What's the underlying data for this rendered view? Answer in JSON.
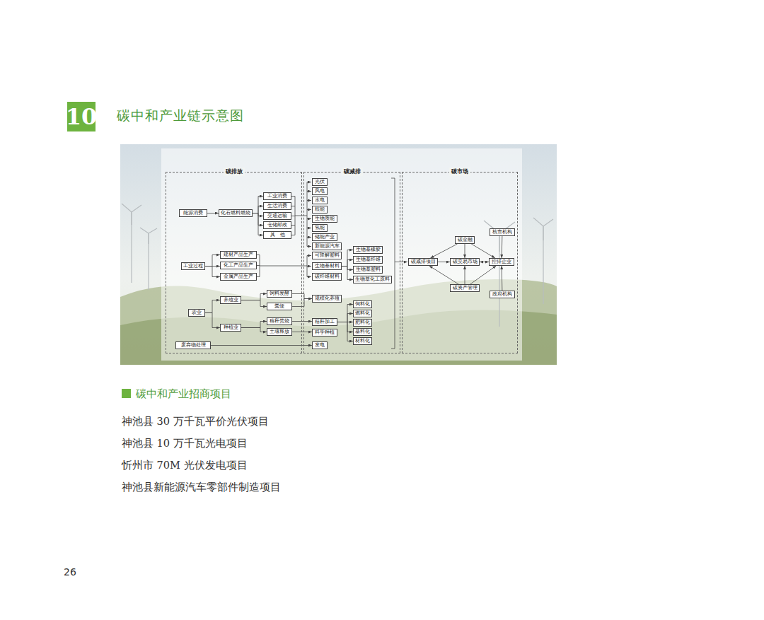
{
  "diagram": {
    "title": "碳中和产业链示意图",
    "nodes": [
      {
        "text": [
          "10"
        ]
      },
      {
        "text": [
          "碳排放"
        ]
      },
      {
        "text": [
          "能源消费"
        ],
        "in": 1
      },
      {
        "text": [
          "化石燃料燃烧"
        ],
        "in": 1
      },
      {
        "text": [
          "工业消费"
        ],
        "in": 1
      },
      {
        "text": [
          "生活消费"
        ],
        "in": 1
      },
      {
        "text": [
          "交通运输"
        ],
        "in": 1
      },
      {
        "text": [
          "仓储邮政"
        ],
        "in": 1
      },
      {
        "text": [
          "其　他"
        ],
        "in": 1
      },
      {
        "text": [
          "工业过程"
        ],
        "in": 1
      },
      {
        "text": [
          "建材产品生产"
        ],
        "in": 1
      },
      {
        "text": [
          "化工产品生产"
        ],
        "in": 1
      },
      {
        "text": [
          "金属产品生产"
        ],
        "in": 1
      },
      {
        "text": [
          "农业"
        ],
        "in": 1
      },
      {
        "text": [
          "养殖业"
        ],
        "in": 1
      },
      {
        "text": [
          "种植业"
        ],
        "in": 1
      },
      {
        "text": [
          "饲料发酵"
        ],
        "in": 1
      },
      {
        "text": [
          "粪便"
        ],
        "in": 1
      },
      {
        "text": [
          "秸秆焚烧"
        ],
        "in": 1
      },
      {
        "text": [
          "土壤释放"
        ],
        "in": 1
      },
      {
        "text": [
          "废弃物处理"
        ],
        "in": 1
      },
      {
        "text": [
          "碳减排"
        ]
      },
      {
        "text": [
          "光伏"
        ],
        "in": 21
      },
      {
        "text": [
          "风电"
        ],
        "in": 21
      },
      {
        "text": [
          "水电"
        ],
        "in": 21
      },
      {
        "text": [
          "核能"
        ],
        "in": 21
      },
      {
        "text": [
          "生物质能"
        ],
        "in": 21
      },
      {
        "text": [
          "氢能"
        ],
        "in": 21
      },
      {
        "text": [
          "储能产业"
        ],
        "in": 21
      },
      {
        "text": [
          "新能源汽车"
        ],
        "in": 21
      },
      {
        "text": [
          "可降解塑料"
        ],
        "in": 21
      },
      {
        "text": [
          "生物基材料"
        ],
        "in": 21
      },
      {
        "text": [
          "碳纤维材料"
        ],
        "in": 21
      },
      {
        "text": [
          "生物基橡胶"
        ],
        "in": 21
      },
      {
        "text": [
          "生物基纤维"
        ],
        "in": 21
      },
      {
        "text": [
          "生物基塑料"
        ],
        "in": 21
      },
      {
        "text": [
          "生物基化工原料"
        ],
        "in": 21
      },
      {
        "text": [
          "规模化养殖"
        ],
        "in": 21
      },
      {
        "text": [
          "秸秆加工"
        ],
        "in": 21
      },
      {
        "text": [
          "科学种植"
        ],
        "in": 21
      },
      {
        "text": [
          "饲料化"
        ],
        "in": 21
      },
      {
        "text": [
          "燃料化"
        ],
        "in": 21
      },
      {
        "text": [
          "肥料化"
        ],
        "in": 21
      },
      {
        "text": [
          "基料化"
        ],
        "in": 21
      },
      {
        "text": [
          "材料化"
        ],
        "in": 21
      },
      {
        "text": [
          "发电"
        ],
        "in": 21
      },
      {
        "text": [
          "碳市场"
        ]
      },
      {
        "text": [
          "碳减排项目"
        ],
        "in": 46
      },
      {
        "text": [
          "碳金融"
        ],
        "in": 46
      },
      {
        "text": [
          "碳交易市场"
        ],
        "in": 46
      },
      {
        "text": [
          "碳资产管理"
        ],
        "in": 46
      },
      {
        "text": [
          "核查机构"
        ],
        "in": 46
      },
      {
        "text": [
          "控排企业"
        ],
        "in": 46
      },
      {
        "text": [
          "政府机构"
        ],
        "in": 46
      }
    ],
    "edges": [
      {
        "from": 2,
        "to": 3,
        "arrow": "to"
      },
      {
        "from": 3,
        "to": 4,
        "arrow": "to"
      },
      {
        "from": 3,
        "to": 5,
        "arrow": "to"
      },
      {
        "from": 3,
        "to": 6,
        "arrow": "to"
      },
      {
        "from": 3,
        "to": 7,
        "arrow": "to"
      },
      {
        "from": 3,
        "to": 8,
        "arrow": "to"
      },
      {
        "from": 9,
        "to": 10,
        "arrow": "to"
      },
      {
        "from": 9,
        "to": 11,
        "arrow": "to"
      },
      {
        "from": 9,
        "to": 12,
        "arrow": "to"
      },
      {
        "from": 13,
        "to": 14,
        "arrow": "to"
      },
      {
        "from": 13,
        "to": 15,
        "arrow": "to"
      },
      {
        "from": 14,
        "to": 16,
        "arrow": "to"
      },
      {
        "from": 14,
        "to": 17,
        "arrow": "to"
      },
      {
        "from": 15,
        "to": 18,
        "arrow": "to"
      },
      {
        "from": 15,
        "to": 19,
        "arrow": "to"
      },
      {
        "from": 16,
        "to": 37,
        "arrow": "to"
      },
      {
        "from": 17,
        "to": 37,
        "arrow": "to"
      },
      {
        "from": 18,
        "to": 38,
        "arrow": "to"
      },
      {
        "from": 19,
        "to": 39,
        "arrow": "to"
      },
      {
        "from": 20,
        "to": 45,
        "arrow": "to"
      },
      {
        "from": 31,
        "to": 33,
        "arrow": "to"
      },
      {
        "from": 31,
        "to": 34,
        "arrow": "to"
      },
      {
        "from": 31,
        "to": 35,
        "arrow": "to"
      },
      {
        "from": 31,
        "to": 36,
        "arrow": "to"
      },
      {
        "from": 38,
        "to": 40,
        "arrow": "to"
      },
      {
        "from": 38,
        "to": 41,
        "arrow": "to"
      },
      {
        "from": 38,
        "to": 42,
        "arrow": "to"
      },
      {
        "from": 38,
        "to": 43,
        "arrow": "to"
      },
      {
        "from": 38,
        "to": 44,
        "arrow": "to"
      },
      {
        "from": 47,
        "to": 49,
        "arrow": "to"
      },
      {
        "from": 48,
        "to": 47,
        "arrow": "to"
      },
      {
        "from": 48,
        "to": 49,
        "arrow": "to"
      },
      {
        "from": 48,
        "to": 52,
        "arrow": "to"
      },
      {
        "from": 50,
        "to": 47,
        "arrow": "to"
      },
      {
        "from": 50,
        "to": 49,
        "arrow": "to"
      },
      {
        "from": 50,
        "to": 52,
        "arrow": "to"
      },
      {
        "from": 49,
        "to": 52,
        "arrow": "both"
      },
      {
        "from": 51,
        "to": 52,
        "arrow": "to"
      },
      {
        "from": 53,
        "to": 52,
        "arrow": "to"
      }
    ],
    "labels": [
      "碳中和产业招商项目",
      "神池县 30 万千瓦平价光伏项目",
      "神池县 10 万千瓦光电项目",
      "忻州市 70M 光伏发电项目",
      "神池县新能源汽车零部件制造项目",
      "26"
    ]
  }
}
